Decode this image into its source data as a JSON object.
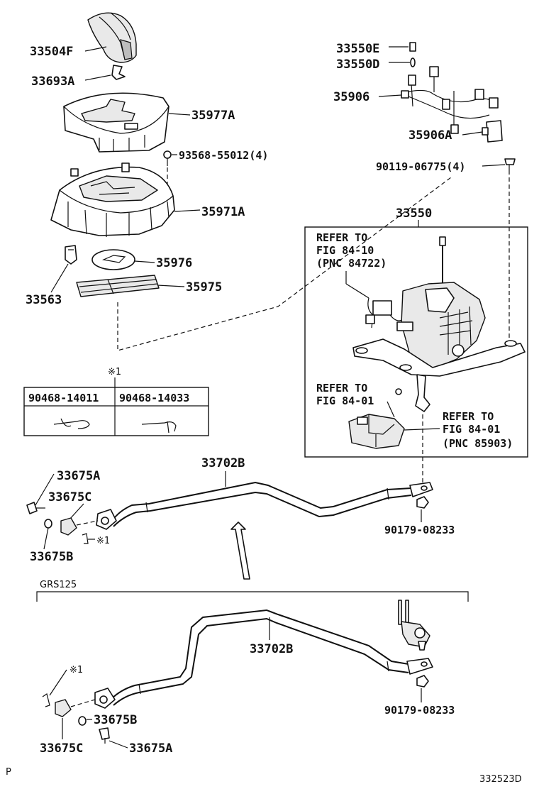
{
  "parts": {
    "knob": "33504F",
    "knob_clip": "33693A",
    "shift_cover": "35977A",
    "cover_screw": "93568-55012(4)",
    "indicator_housing": "35971A",
    "slide_plate": "35976",
    "slide_cover": "35975",
    "bulb": "33563",
    "wire_clip_e": "33550E",
    "wire_clip_d": "33550D",
    "wire_harness": "35906",
    "wire_connector": "35906A",
    "lever_bolt": "90119-06775(4)",
    "shift_lever_assy": "33550",
    "shift_cable": "33702B",
    "bushing_bolt": "33675A",
    "bushing": "33675C",
    "bushing_collar": "33675B",
    "cable_nut": "90179-08233",
    "lower_cable": "33702B",
    "lower_collar": "33675B",
    "lower_bushing": "33675C",
    "lower_bolt": "33675A",
    "lower_nut": "90179-08233"
  },
  "refs": {
    "ref1_line1": "REFER TO",
    "ref1_line2": "FIG 84-10",
    "ref1_line3": "(PNC 84722)",
    "ref2_line1": "REFER TO",
    "ref2_line2": "FIG 84-01",
    "ref3_line1": "REFER TO",
    "ref3_line2": "FIG 84-01",
    "ref3_line3": "(PNC 85903)"
  },
  "note": {
    "mark": "※1",
    "col1": "90468-14011",
    "col2": "90468-14033"
  },
  "marks": {
    "upper_clip_mark": "※1",
    "lower_clip_mark": "※1"
  },
  "variant": "GRS125",
  "corner_left": "P",
  "diagram_code": "332523D"
}
